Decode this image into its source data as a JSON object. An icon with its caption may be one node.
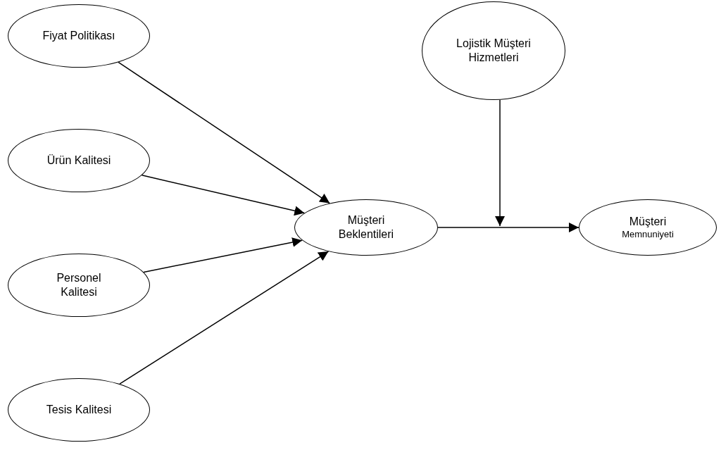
{
  "diagram": {
    "nodes": [
      {
        "text": [
          "Fiyat Politikası"
        ]
      },
      {
        "text": [
          "Ürün Kalitesi"
        ]
      },
      {
        "text": [
          "Personel Kalitesi"
        ]
      },
      {
        "text": [
          "Tesis Kalitesi"
        ]
      },
      {
        "text": [
          "Lojistik Müşteri Hizmetleri"
        ]
      },
      {
        "text": [
          "Müşteri Beklentileri"
        ]
      },
      {
        "text": [
          "Müşteri",
          "Memnuniyeti"
        ]
      }
    ],
    "edges": [
      {
        "from": 0,
        "to": 5,
        "arrow": "to"
      },
      {
        "from": 1,
        "to": 5,
        "arrow": "to"
      },
      {
        "from": 2,
        "to": 5,
        "arrow": "to"
      },
      {
        "from": 3,
        "to": 5,
        "arrow": "to"
      },
      {
        "from": 5,
        "to": 6,
        "arrow": "to"
      },
      {
        "from": 4,
        "to": null,
        "arrow": "to"
      }
    ]
  }
}
